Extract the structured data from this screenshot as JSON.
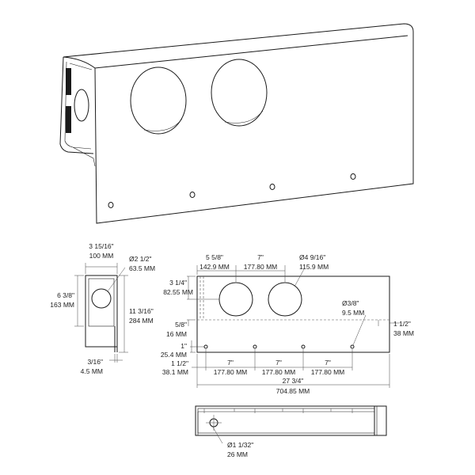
{
  "dims": {
    "end_width_in": "3 15/16\"",
    "end_width_mm": "100 MM",
    "end_hole_in": "Ø2 1/2\"",
    "end_hole_mm": "63.5 MM",
    "end_height_in": "6 3/8\"",
    "end_height_mm": "163 MM",
    "end_depth_in": "11 3/16\"",
    "end_depth_mm": "284 MM",
    "end_thick_in": "3/16\"",
    "end_thick_mm": "4.5 MM",
    "edge_to_hole_in": "5 5/8\"",
    "edge_to_hole_mm": "142.9 MM",
    "hole_spacing_in": "7\"",
    "hole_spacing_mm": "177.80 MM",
    "big_hole_in": "Ø4 9/16\"",
    "big_hole_mm": "115.9 MM",
    "hole_height_in": "3 1/4\"",
    "hole_height_mm": "82.55 MM",
    "lip_in": "5/8\"",
    "lip_mm": "16 MM",
    "small_hole_in": "Ø3/8\"",
    "small_hole_mm": "9.5 MM",
    "right_margin_in": "1 1/2\"",
    "right_margin_mm": "38 MM",
    "bottom_offset_in": "1\"",
    "bottom_offset_mm": "25.4 MM",
    "left_margin_in": "1 1/2\"",
    "left_margin_mm": "38.1 MM",
    "spacing_in": "7\"",
    "spacing_mm": "177.80 MM",
    "total_length_in": "27 3/4\"",
    "total_length_mm": "704.85 MM",
    "bottom_hole_in": "Ø1 1/32\"",
    "bottom_hole_mm": "26 MM"
  }
}
